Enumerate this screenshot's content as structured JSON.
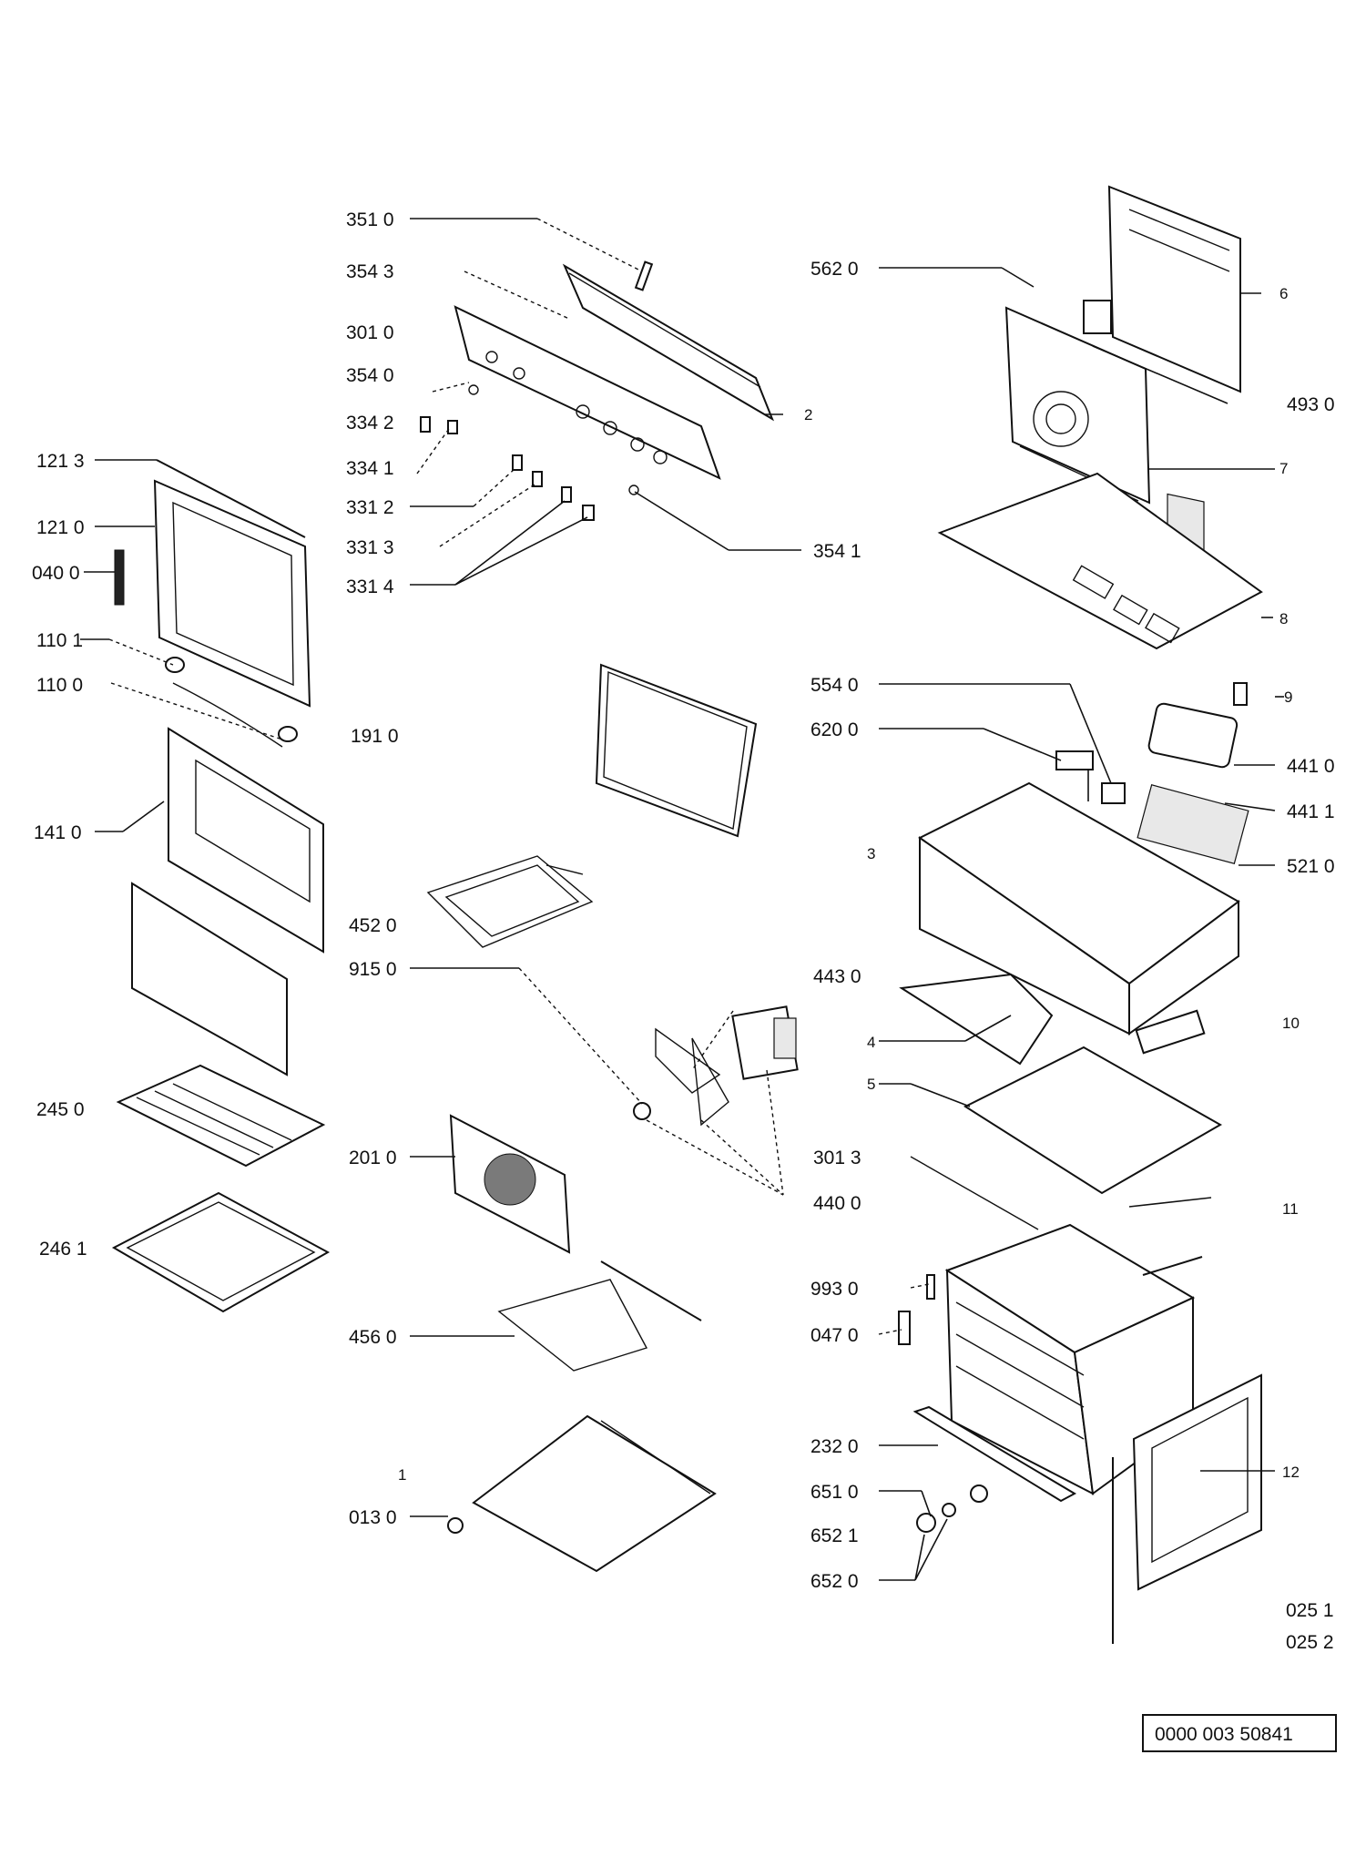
{
  "diagram": {
    "labels": {
      "l351_0": "351 0",
      "l354_3": "354 3",
      "l301_0": "301 0",
      "l354_0": "354 0",
      "l334_2": "334 2",
      "l334_1": "334 1",
      "l331_2": "331 2",
      "l331_3": "331 3",
      "l331_4": "331 4",
      "l354_1": "354 1",
      "l2": "2",
      "l562_0": "562 0",
      "l6": "6",
      "l493_0": "493 0",
      "l7": "7",
      "l8": "8",
      "l9": "9",
      "l121_3": "121 3",
      "l121_0": "121 0",
      "l040_0": "040 0",
      "l110_1": "110 1",
      "l110_0": "110 0",
      "l191_0": "191 0",
      "l141_0": "141 0",
      "l554_0": "554 0",
      "l620_0": "620 0",
      "l441_0": "441 0",
      "l441_1": "441 1",
      "l3": "3",
      "l521_0": "521 0",
      "l452_0": "452 0",
      "l915_0": "915 0",
      "l443_0": "443 0",
      "l10": "10",
      "l4": "4",
      "l5": "5",
      "l245_0": "245 0",
      "l201_0": "201 0",
      "l301_3": "301 3",
      "l440_0": "440 0",
      "l11": "11",
      "l246_1": "246 1",
      "l993_0": "993 0",
      "l047_0": "047 0",
      "l456_0": "456 0",
      "l232_0": "232 0",
      "l1": "1",
      "l12": "12",
      "l651_0": "651 0",
      "l013_0": "013 0",
      "l652_1": "652 1",
      "l652_0": "652 0",
      "l025_1": "025 1",
      "l025_2": "025 2"
    },
    "reference_number": "0000 003 50841"
  }
}
